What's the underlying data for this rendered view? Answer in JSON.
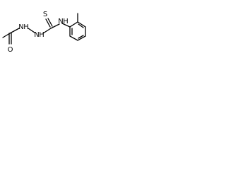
{
  "molecule": {
    "atoms": {
      "carbonyl_oxygen": "O",
      "hydrazine_n1": "N",
      "hydrazine_n1_h": "H",
      "hydrazine_n2": "N",
      "hydrazine_n2_h": "H",
      "thiocarbonyl_sulfur": "S",
      "amide_n": "N",
      "amide_n_h": "H"
    },
    "bond_color": "#000000",
    "label_color": "#000000"
  }
}
